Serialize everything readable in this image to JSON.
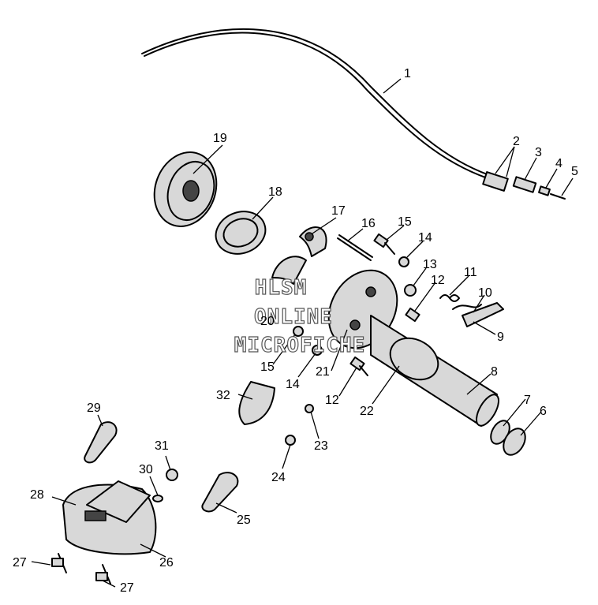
{
  "watermark": {
    "line1": "HLSM",
    "line2": "ONLINE",
    "line3": "MICROFICHE"
  },
  "callouts": [
    "1",
    "2",
    "3",
    "4",
    "5",
    "6",
    "7",
    "8",
    "9",
    "10",
    "11",
    "12",
    "12",
    "13",
    "14",
    "14",
    "15",
    "15",
    "16",
    "17",
    "18",
    "19",
    "20",
    "21",
    "22",
    "23",
    "24",
    "25",
    "26",
    "27",
    "27",
    "28",
    "29",
    "30",
    "31",
    "32"
  ]
}
